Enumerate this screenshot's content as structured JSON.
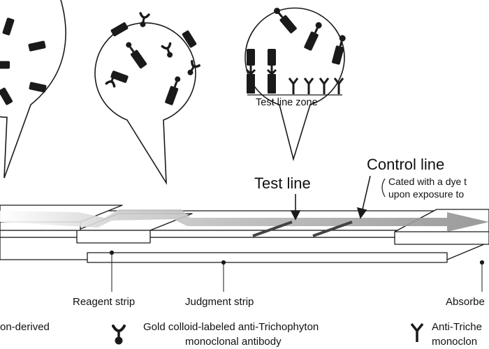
{
  "zone_label": "Test line zone",
  "test_line_label": "Test line",
  "control_line_label": "Control line",
  "control_note": [
    "Cated with a dye t",
    "upon exposure to"
  ],
  "strips": {
    "reagent": "Reagent strip",
    "judgment": "Judgment strip",
    "absorbent": "Absorbe"
  },
  "legend": {
    "antigen": "on-derived",
    "gold_antibody": [
      "Gold colloid-labeled anti-Trichophyton",
      "monoclonal antibody"
    ],
    "fixed_antibody": [
      "Anti-Triche",
      "monoclon"
    ]
  },
  "colors": {
    "ink": "#1a1a1a",
    "flow_arrow": "#9a9a9a",
    "lines": "#555555"
  }
}
